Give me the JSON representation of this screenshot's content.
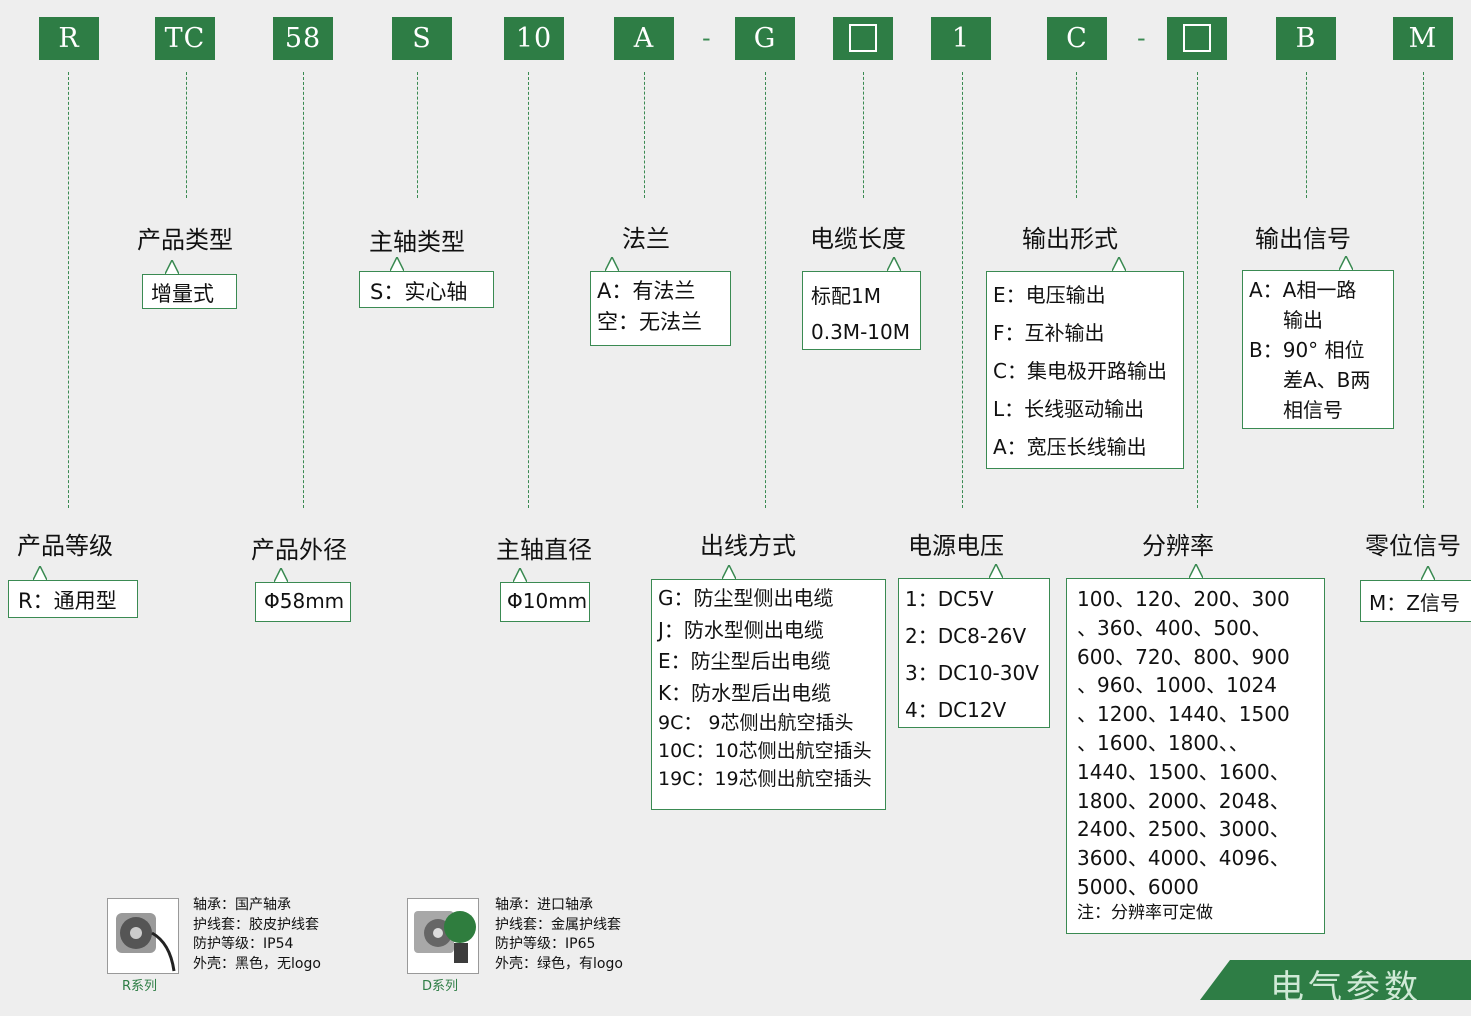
{
  "codes": {
    "c1": "R",
    "c2": "TC",
    "c3": "58",
    "c4": "S",
    "c5": "10",
    "c6": "A",
    "sep1": "-",
    "c7": "G",
    "c9": "1",
    "c10": "C",
    "sep2": "-",
    "c12": "B",
    "c13": "M"
  },
  "groups": {
    "product_type": {
      "title": "产品类型",
      "items": [
        "增量式"
      ]
    },
    "shaft_type": {
      "title": "主轴类型",
      "items": [
        "S：实心轴"
      ]
    },
    "flange": {
      "title": "法兰",
      "items": [
        "A：有法兰",
        "空：无法兰"
      ]
    },
    "cable_length": {
      "title": "电缆长度",
      "items": [
        "标配1M",
        "0.3M-10M"
      ]
    },
    "output_form": {
      "title": "输出形式",
      "items": [
        "E：电压输出",
        "F：互补输出",
        "C：集电极开路输出",
        "L：长线驱动输出",
        "A：宽压长线输出"
      ]
    },
    "output_signal": {
      "title": "输出信号",
      "items": [
        "A：A相一路",
        "输出",
        "B：90° 相位",
        "差A、B两",
        "相信号"
      ]
    },
    "product_grade": {
      "title": "产品等级",
      "items": [
        "R：通用型"
      ]
    },
    "outer_diameter": {
      "title": "产品外径",
      "items": [
        "Φ58mm"
      ]
    },
    "shaft_diameter": {
      "title": "主轴直径",
      "items": [
        "Φ10mm"
      ]
    },
    "cable_exit": {
      "title": "出线方式",
      "items": [
        "G：防尘型侧出电缆",
        "J：防水型侧出电缆",
        "E：防尘型后出电缆",
        "K：防水型后出电缆",
        "9C：  9芯侧出航空插头",
        "10C：10芯侧出航空插头",
        "19C：19芯侧出航空插头"
      ]
    },
    "supply_voltage": {
      "title": "电源电压",
      "items": [
        "1：DC5V",
        "2：DC8-26V",
        "3：DC10-30V",
        "4：DC12V"
      ]
    },
    "resolution": {
      "title": "分辨率",
      "items": [
        "100、120、200、300",
        "、360、400、500、",
        "600、720、800、900",
        "、960、1000、1024",
        "、1200、1440、1500",
        "、1600、1800、、",
        "1440、1500、1600、",
        "1800、2000、2048、",
        "2400、2500、3000、",
        "3600、4000、4096、",
        "5000、6000"
      ],
      "note": "注：分辨率可定做"
    },
    "zero_signal": {
      "title": "零位信号",
      "items": [
        "M：Z信号"
      ]
    }
  },
  "products": {
    "r": {
      "caption": "R系列",
      "lines": [
        "轴承：国产轴承",
        "护线套：胶皮护线套",
        "防护等级：IP54",
        "外壳：黑色，无logo"
      ]
    },
    "d": {
      "caption": "D系列",
      "lines": [
        "轴承：进口轴承",
        "护线套：金属护线套",
        "防护等级：IP65",
        "外壳：绿色，有logo"
      ]
    }
  },
  "banner": "电气参数"
}
